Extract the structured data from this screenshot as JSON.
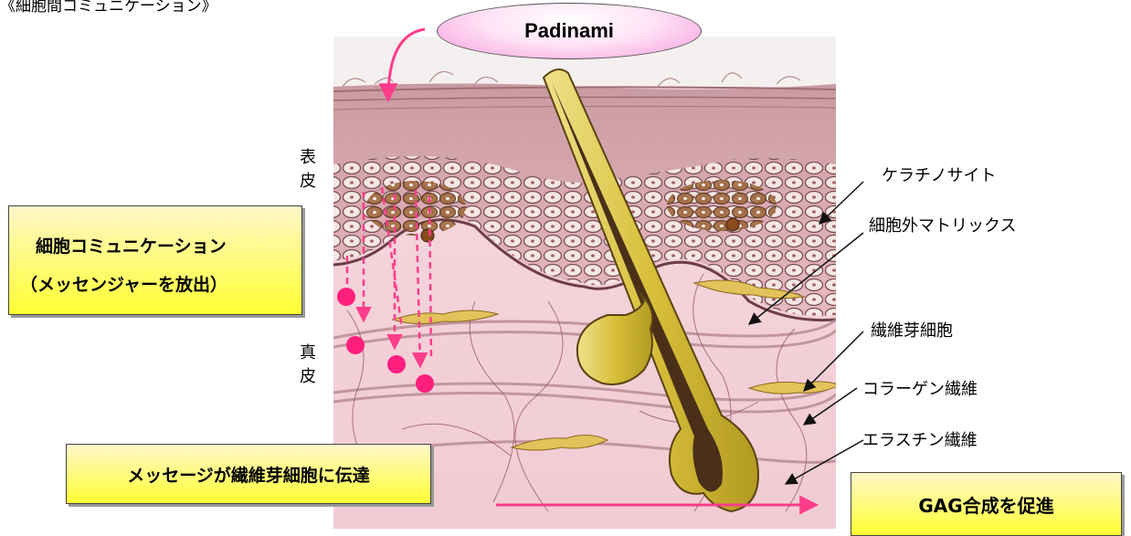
{
  "top_caption": "《細胞間コミュニケーション》",
  "title_bubble": "Padinami",
  "layer_labels": {
    "epidermis": "表\n皮",
    "dermis": "真\n皮"
  },
  "callouts": {
    "communication_line1": "細胞コミュニケーション",
    "communication_line2": "（メッセンジャーを放出）",
    "message": "メッセージが繊維芽細胞に伝達",
    "gag": "GAG合成を促進"
  },
  "part_labels": {
    "keratinocyte": "ケラチノサイト",
    "extracellular_matrix": "細胞外マトリックス",
    "fibroblast": "繊維芽細胞",
    "collagen_fiber": "コラーゲン繊維",
    "elastin_fiber": "エラスチン繊維"
  },
  "colors": {
    "arrow_pink": "#ff3d8b",
    "callout_yellow": "#ffff33",
    "skin_pink": "#f2d0d8",
    "epidermis_brown": "#a86b72",
    "hair_gold": "#d8bf3a",
    "hair_dark": "#4a3018"
  }
}
